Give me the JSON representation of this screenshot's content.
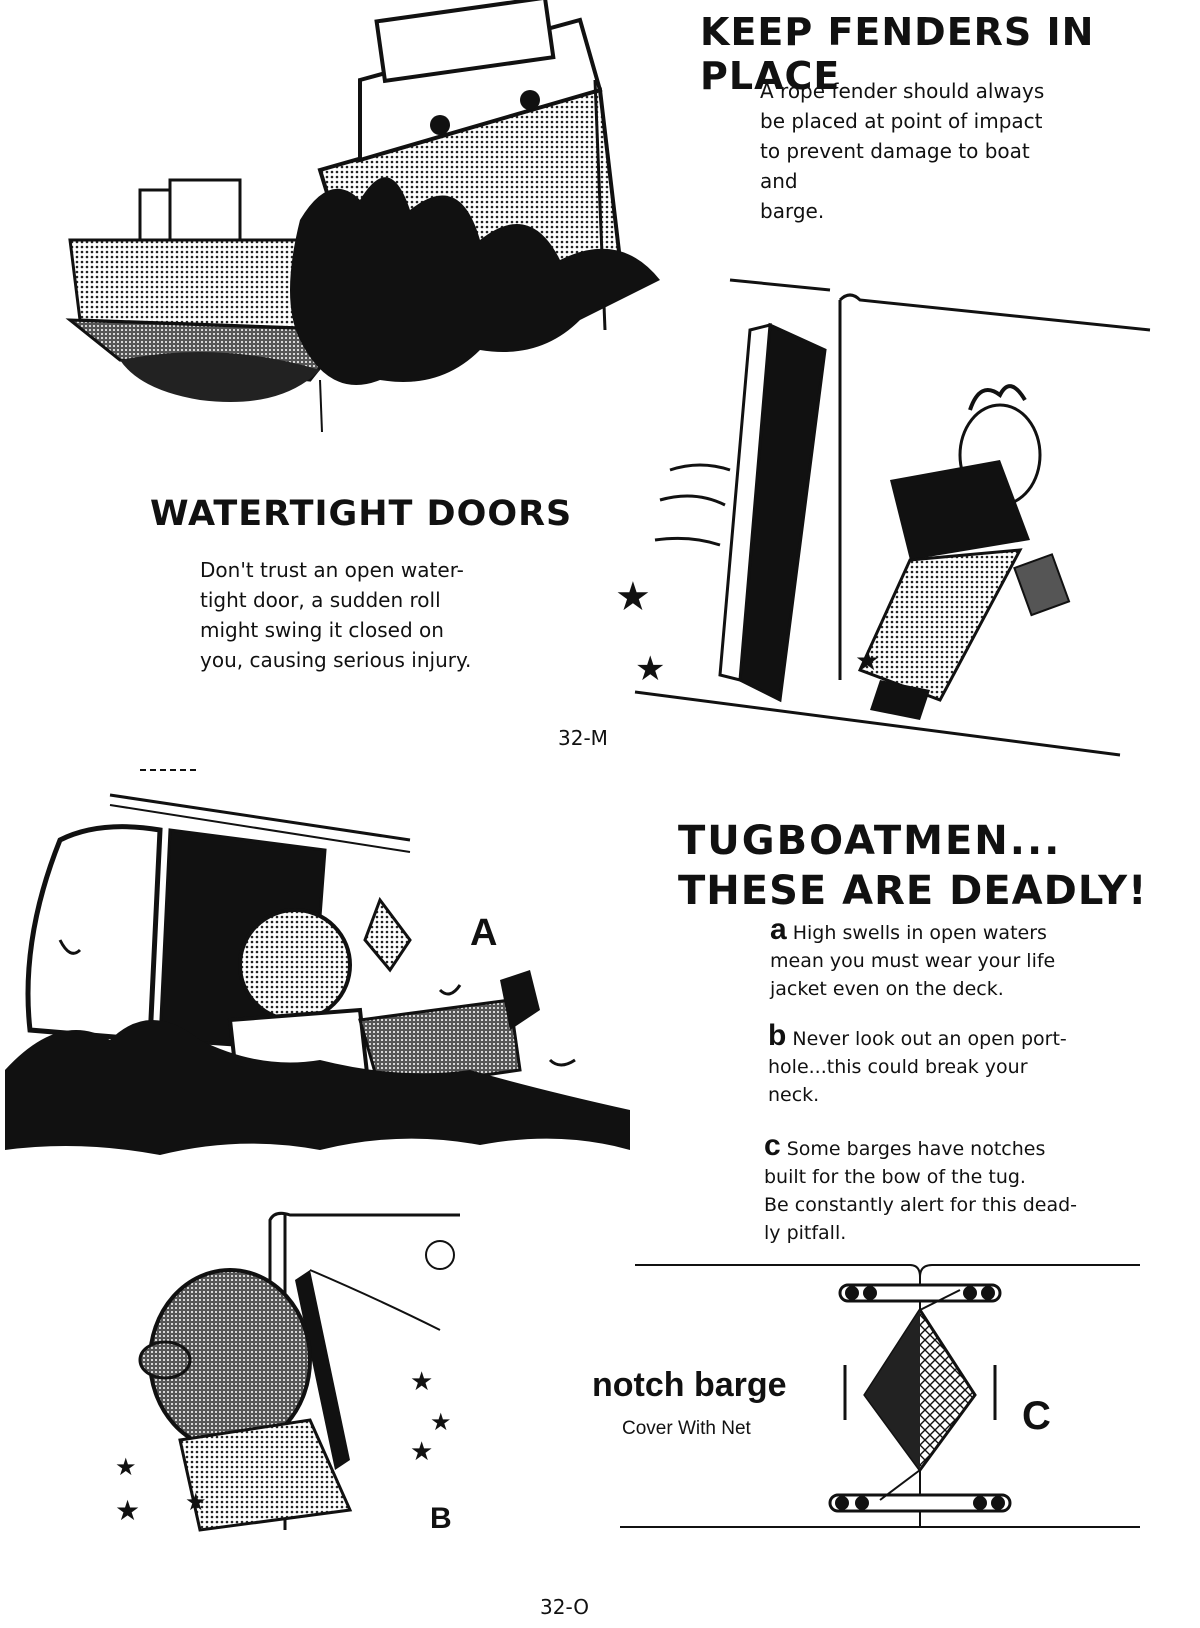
{
  "fenders": {
    "heading": "KEEP FENDERS IN PLACE",
    "lines": [
      "A rope fender should always",
      "be placed at point of impact",
      "to prevent damage to boat and",
      "barge."
    ]
  },
  "watertight": {
    "heading": "WATERTIGHT DOORS",
    "lines": [
      "Don't trust an open water-",
      "tight door, a sudden roll",
      "might swing it closed on",
      "you, causing serious injury."
    ]
  },
  "page_top_number": "32-M",
  "tugboat": {
    "heading_line1": "TUGBOATMEN...",
    "heading_line2": "THESE ARE DEADLY!",
    "items": [
      {
        "letter": "a",
        "lines": [
          "High swells in open waters",
          "mean you must wear your life",
          "jacket even on the deck."
        ]
      },
      {
        "letter": "b",
        "lines": [
          "Never look out an open port-",
          "hole...this could break your",
          "neck."
        ]
      },
      {
        "letter": "c",
        "lines": [
          "Some barges have notches",
          "built for the bow of the tug.",
          "Be constantly alert for this dead-",
          "ly pitfall."
        ]
      }
    ]
  },
  "labels": {
    "a": "A",
    "b": "B",
    "c": "C"
  },
  "notch": {
    "title": "notch barge",
    "subtitle": "Cover With Net"
  },
  "page_bottom_number": "32-O"
}
